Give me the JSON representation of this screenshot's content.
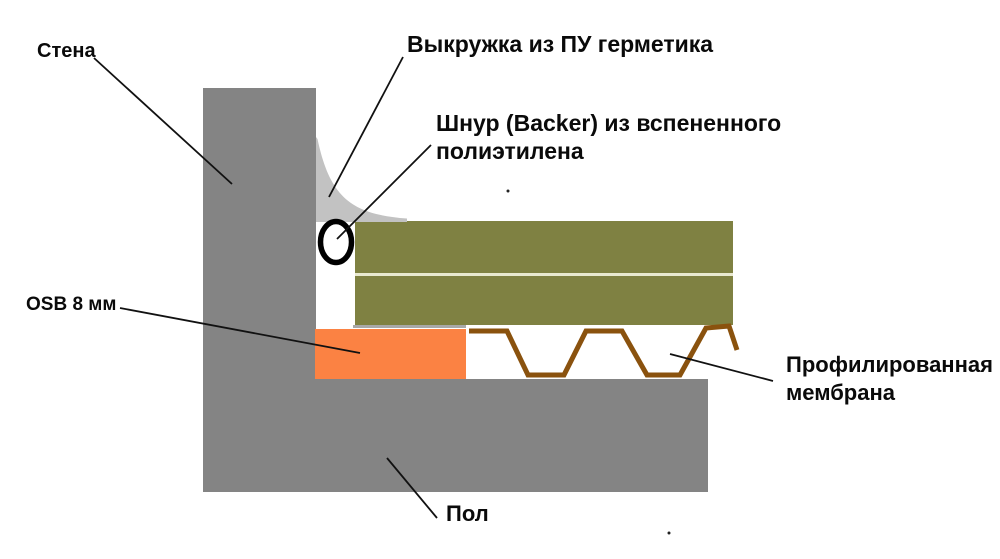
{
  "diagram": {
    "description": "Construction detail of wall-floor junction with profiled membrane, OSB board and PU sealant fillet",
    "labels": {
      "wall": "Стена",
      "fillet": "Выкружка из ПУ герметика",
      "backer_line1": "Шнур (Backer) из вспененного",
      "backer_line2": "полиэтилена",
      "osb": "OSB 8 мм",
      "membrane_line1": "Профилированная",
      "membrane_line2": "мембрана",
      "floor": "Пол"
    },
    "colors": {
      "background": "#ffffff",
      "wall_floor_gray": "#848484",
      "fillet_gray": "#c2c2c2",
      "board_olive": "#7f8142",
      "board_gap_cream": "#e9e9d0",
      "board_shadow_gray": "#a8a8a8",
      "osb_orange": "#fb8243",
      "membrane_brown": "#8a520e",
      "backer_ring_black": "#000000",
      "leader_line_black": "#111111",
      "label_text_black": "#0a0a0a"
    }
  }
}
